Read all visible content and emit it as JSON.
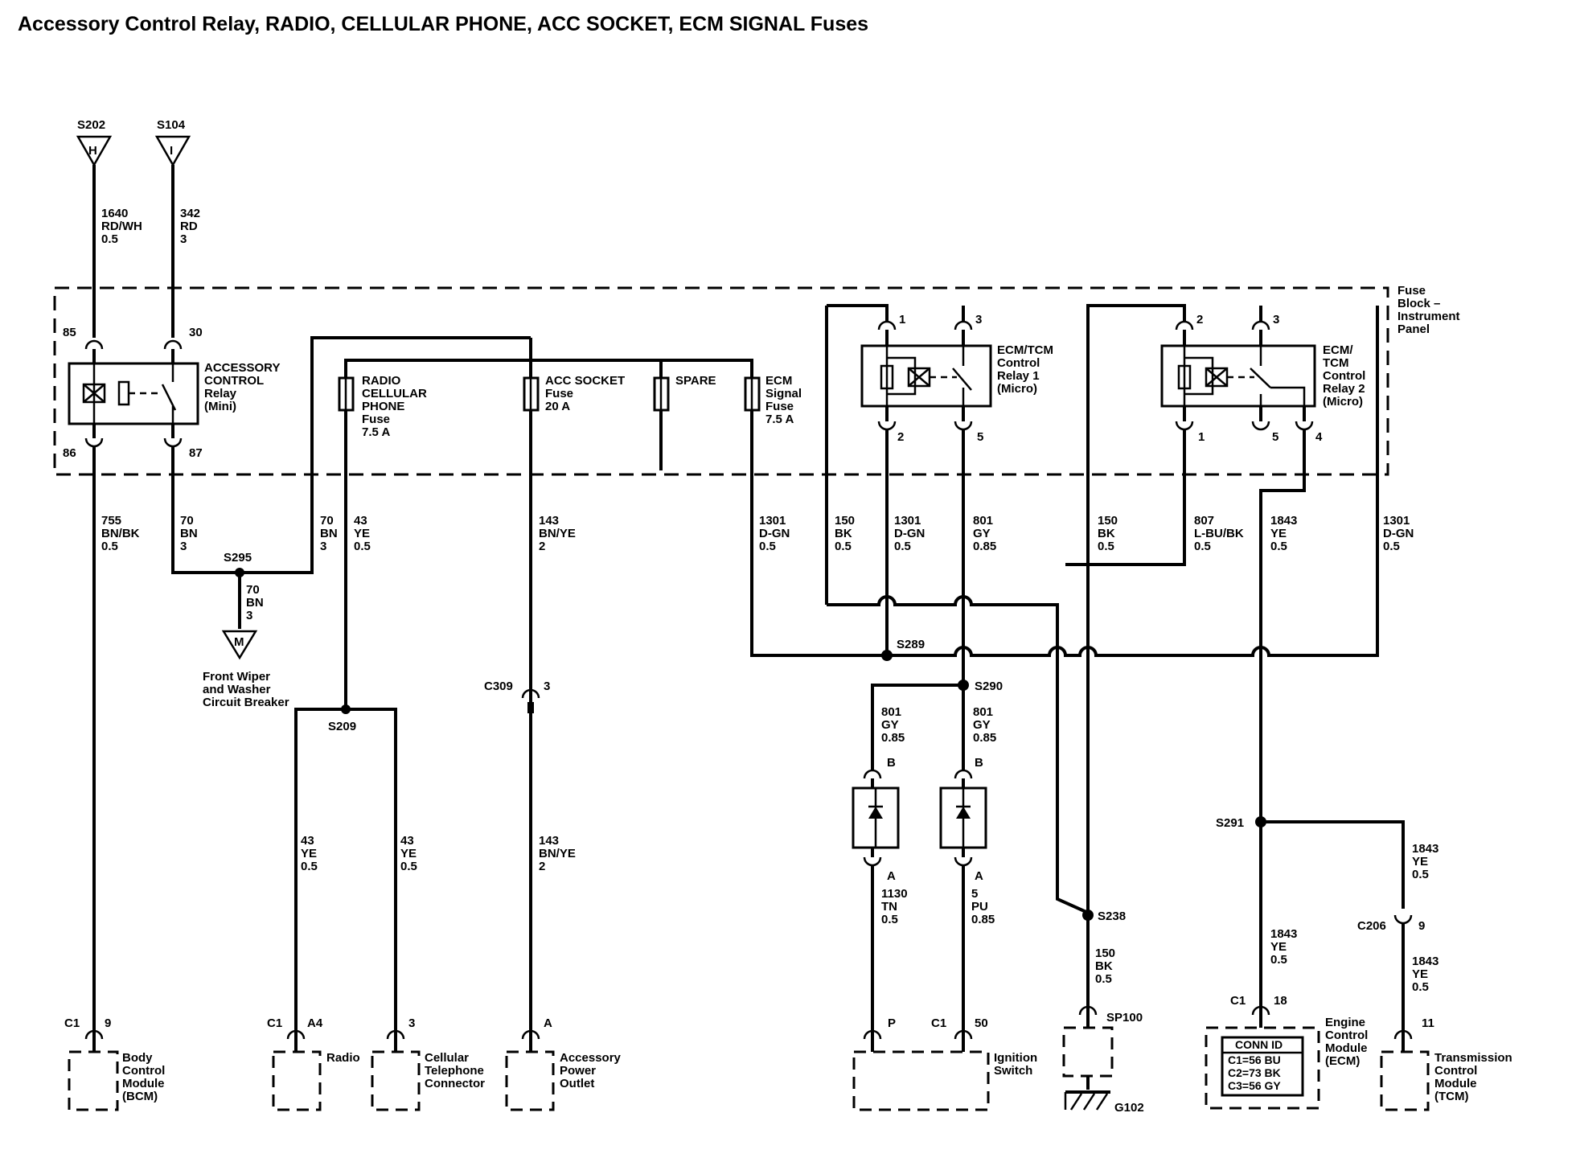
{
  "title": "Accessory Control Relay, RADIO, CELLULAR PHONE, ACC SOCKET, ECM SIGNAL Fuses",
  "splices": {
    "s202": "S202",
    "s202_letter": "H",
    "s104": "S104",
    "s104_letter": "I",
    "s295": "S295",
    "s209": "S209",
    "s289": "S289",
    "s290": "S290",
    "s238": "S238",
    "s291": "S291",
    "m_letter": "M"
  },
  "wires": {
    "w_s202": [
      "1640",
      "RD/WH",
      "0.5"
    ],
    "w_s104": [
      "342",
      "RD",
      "3"
    ],
    "w_86": [
      "755",
      "BN/BK",
      "0.5"
    ],
    "w_87": [
      "70",
      "BN",
      "3"
    ],
    "w_up": [
      "70",
      "BN",
      "3"
    ],
    "w_radio_fuse": [
      "43",
      "YE",
      "0.5"
    ],
    "w_acc_fuse": [
      "143",
      "BN/YE",
      "2"
    ],
    "w_ecm_fuse": [
      "1301",
      "D-GN",
      "0.5"
    ],
    "w_150a": [
      "150",
      "BK",
      "0.5"
    ],
    "w_1301b": [
      "1301",
      "D-GN",
      "0.5"
    ],
    "w_801a": [
      "801",
      "GY",
      "0.85"
    ],
    "w_150b": [
      "150",
      "BK",
      "0.5"
    ],
    "w_807": [
      "807",
      "L-BU/BK",
      "0.5"
    ],
    "w_1843a": [
      "1843",
      "YE",
      "0.5"
    ],
    "w_1301c": [
      "1301",
      "D-GN",
      "0.5"
    ],
    "w_s295_down": [
      "70",
      "BN",
      "3"
    ],
    "w_radio": [
      "43",
      "YE",
      "0.5"
    ],
    "w_cell": [
      "43",
      "YE",
      "0.5"
    ],
    "w_acc": [
      "143",
      "BN/YE",
      "2"
    ],
    "w_801b": [
      "801",
      "GY",
      "0.85"
    ],
    "w_801c": [
      "801",
      "GY",
      "0.85"
    ],
    "w_1130": [
      "1130",
      "TN",
      "0.5"
    ],
    "w_5": [
      "5",
      "PU",
      "0.85"
    ],
    "w_150c": [
      "150",
      "BK",
      "0.5"
    ],
    "w_1843b": [
      "1843",
      "YE",
      "0.5"
    ],
    "w_1843c": [
      "1843",
      "YE",
      "0.5"
    ],
    "w_1843d": [
      "1843",
      "YE",
      "0.5"
    ]
  },
  "pins": {
    "p85": "85",
    "p30": "30",
    "p86": "86",
    "p87": "87",
    "r1_1": "1",
    "r1_3": "3",
    "r1_2": "2",
    "r1_5": "5",
    "r2_2": "2",
    "r2_3": "3",
    "r2_1": "1",
    "r2_5": "5",
    "r2_4": "4",
    "c309": "C309",
    "c309_pin": "3",
    "diode_b1": "B",
    "diode_a1": "A",
    "diode_b2": "B",
    "diode_a2": "A",
    "c206": "C206",
    "c206_pin": "9",
    "bcm_c": "C1",
    "bcm_pin": "9",
    "radio_c": "C1",
    "radio_pin": "A4",
    "cell_pin": "3",
    "acc_pin": "A",
    "ign_pin_p": "P",
    "ign_c": "C1",
    "ign_pin": "50",
    "ecm_c": "C1",
    "ecm_pin": "18",
    "tcm_pin": "11",
    "sp100": "SP100",
    "g102": "G102"
  },
  "fuse_block": [
    "Fuse",
    "Block –",
    "Instrument",
    "Panel"
  ],
  "relays": {
    "acc": [
      "ACCESSORY",
      "CONTROL",
      "Relay",
      "(Mini)"
    ],
    "ecm1": [
      "ECM/TCM",
      "Control",
      "Relay 1",
      "(Micro)"
    ],
    "ecm2": [
      "ECM/",
      "TCM",
      "Control",
      "Relay 2",
      "(Micro)"
    ]
  },
  "fuses": {
    "radio": [
      "RADIO",
      "CELLULAR",
      "PHONE",
      "Fuse",
      "7.5 A"
    ],
    "acc": [
      "ACC SOCKET",
      "Fuse",
      "20 A"
    ],
    "spare": [
      "SPARE"
    ],
    "ecm": [
      "ECM",
      "Signal",
      "Fuse",
      "7.5 A"
    ]
  },
  "components": {
    "wiper": [
      "Front Wiper",
      "and Washer",
      "Circuit Breaker"
    ],
    "bcm": [
      "Body",
      "Control",
      "Module",
      "(BCM)"
    ],
    "radio": [
      "Radio"
    ],
    "cell": [
      "Cellular",
      "Telephone",
      "Connector"
    ],
    "acc": [
      "Accessory",
      "Power",
      "Outlet"
    ],
    "ign": [
      "Ignition",
      "Switch"
    ],
    "ecm": [
      "Engine",
      "Control",
      "Module",
      "(ECM)"
    ],
    "tcm": [
      "Transmission",
      "Control",
      "Module",
      "(TCM)"
    ],
    "conn_id": [
      "CONN ID",
      "C1=56 BU",
      "C2=73 BK",
      "C3=56 GY"
    ]
  }
}
